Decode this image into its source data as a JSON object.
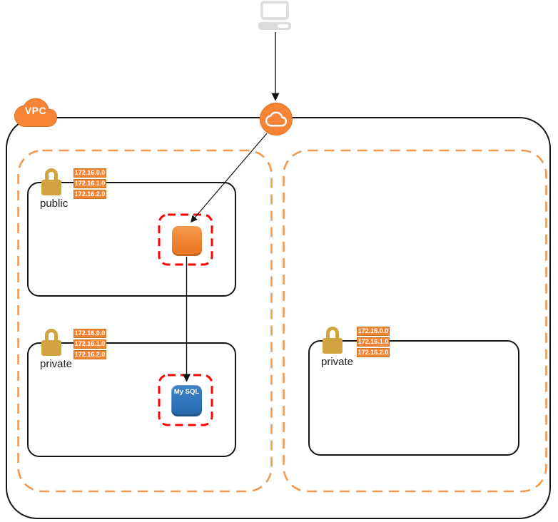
{
  "vpc": {
    "label": "VPC"
  },
  "client": {
    "icon": "laptop-icon"
  },
  "internet_gateway": {
    "icon": "cloud-icon"
  },
  "zones": [
    {
      "subnets": [
        {
          "name": "public",
          "cidrs": [
            "172.16.0.0",
            "172.16.1.0",
            "172.16.2.0"
          ],
          "resource": {
            "kind": "ec2-instance"
          }
        },
        {
          "name": "private",
          "cidrs": [
            "172.16.0.0",
            "172.16.1.0",
            "172.16.2.0"
          ],
          "resource": {
            "kind": "mysql-database",
            "label": "My SQL"
          }
        }
      ]
    },
    {
      "subnets": [
        {
          "name": "private",
          "cidrs": [
            "172.16.0.0",
            "172.16.1.0",
            "172.16.2.0"
          ]
        }
      ]
    }
  ],
  "colors": {
    "aws_orange": "#F58534",
    "az_dash_orange": "#F2994F",
    "security_group_red": "#FF0000",
    "lock_gold": "#D2A43F",
    "mysql_blue": "#2E73B8",
    "line_black": "#161616"
  }
}
